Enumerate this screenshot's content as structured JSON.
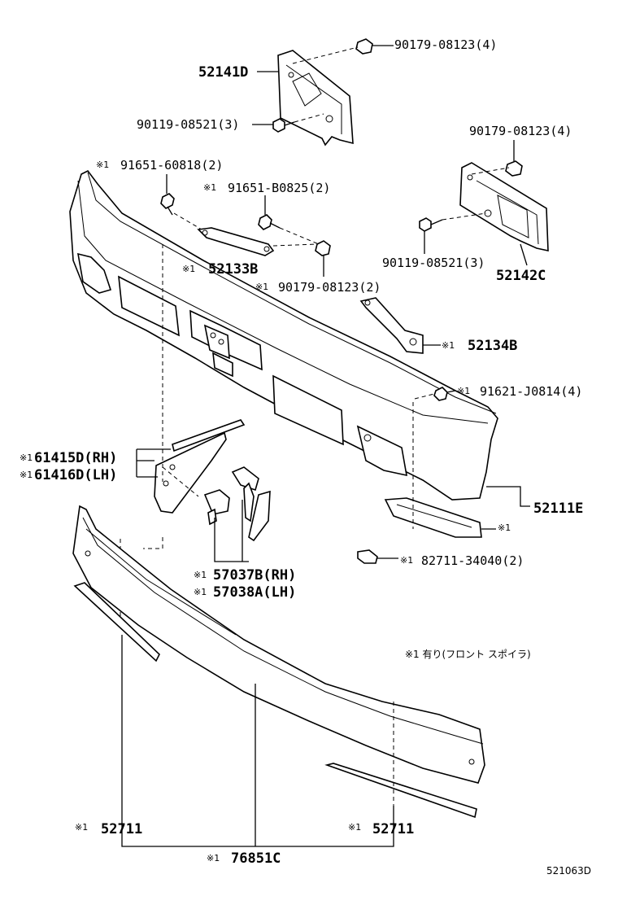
{
  "diagram": {
    "note": "※1 有り(フロント スポイラ)",
    "code": "521063D",
    "mark": "※1"
  },
  "parts": {
    "p52141D": "52141D",
    "p90179_top": "90179-08123(4)",
    "p90119_left": "90119-08521(3)",
    "p90179_right": "90179-08123(4)",
    "p91651_6": "91651-60818(2)",
    "p91651_B": "91651-B0825(2)",
    "p52133B": "52133B",
    "p90179_mid": "90179-08123(2)",
    "p90119_right": "90119-08521(3)",
    "p52142C": "52142C",
    "p52134B": "52134B",
    "p91621": "91621-J0814(4)",
    "p61415D": "61415D(RH)",
    "p61416D": "61416D(LH)",
    "p52111E": "52111E",
    "p82711": "82711-34040(2)",
    "p57037B": "57037B(RH)",
    "p57038A": "57038A(LH)",
    "p52711_l": "52711",
    "p52711_r": "52711",
    "p76851C": "76851C"
  }
}
